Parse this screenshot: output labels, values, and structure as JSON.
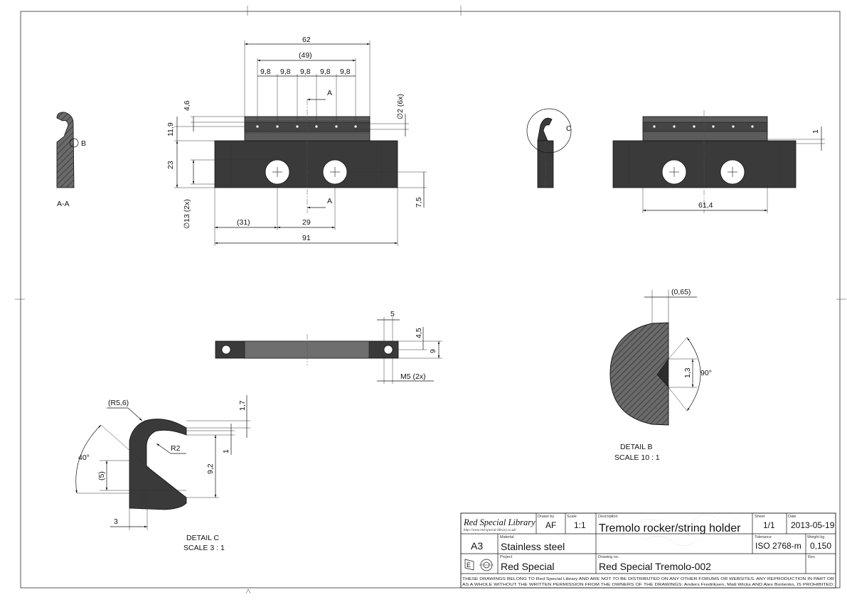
{
  "front_view": {
    "dim_overall_top": "62",
    "dim_pitch_total": "(49)",
    "dim_pitch": [
      "9,8",
      "9,8",
      "9,8",
      "9,8",
      "9,8"
    ],
    "dim_height_top": "4,6",
    "dim_height_mid": "11,9",
    "dim_height_base": "23",
    "dim_holes_small": "∅2 (6x)",
    "dim_holes_large": "∅13 (2x)",
    "dim_right_height": "7,5",
    "dim_left_offset": "(31)",
    "dim_hole_spacing": "29",
    "dim_overall_width": "91",
    "section_marker": "A"
  },
  "section_view": {
    "label": "A-A",
    "detail_marker": "B"
  },
  "side_view": {
    "detail_marker": "C",
    "dim_right": "1",
    "dim_width": "61,4"
  },
  "bottom_view": {
    "dim_5": "5",
    "dim_4_5": "4,5",
    "dim_9": "9",
    "dim_thread": "M5 (2x)"
  },
  "detail_b": {
    "title": "DETAIL B",
    "scale": "SCALE 10 : 1",
    "dim_065": "(0,65)",
    "dim_13": "1,3",
    "dim_angle": "90°"
  },
  "detail_c": {
    "title": "DETAIL C",
    "scale": "SCALE 3 : 1",
    "dim_radius_outer": "(R5,6)",
    "dim_radius_inner": "R2",
    "dim_angle": "40°",
    "dim_17": "1,7",
    "dim_1": "1",
    "dim_92": "9,2",
    "dim_5": "(5)",
    "dim_3": "3"
  },
  "title_block": {
    "library_name": "Red Special Library",
    "library_url": "http://www.red-special-library.co.uk/",
    "drawn_by_label": "Drawn by",
    "drawn_by": "AF",
    "scale_label": "Scale",
    "scale": "1:1",
    "description_label": "Description",
    "description": "Tremolo rocker/string holder",
    "sheet_label": "Sheet",
    "sheet": "1/1",
    "date_label": "Date",
    "date": "2013-05-19",
    "format": "A3",
    "material_label": "Material",
    "material": "Stainless steel",
    "tolerance_label": "Tolerance",
    "tolerance": "ISO 2768-m",
    "weight_label": "Weight kg",
    "weight": "0,150",
    "project_label": "Project",
    "project": "Red Special",
    "drawing_no_label": "Drawing no.",
    "drawing_no": "Red Special Tremolo-002",
    "rev_label": "Rev.",
    "projection_symbol": "E",
    "footer_line1": "THESE DRAWINGS BELONG TO Red Special Library AND ARE NOT TO BE DISTRIBUTED ON ANY OTHER FORUMS OR WEBSITES. ANY REPRODUCTION IN PART OR",
    "footer_line2": "AS A WHOLE WITHOUT THE WRITTEN PERMISSION FROM THE OWNERS OF THE DRAWINGS: Anders Fredriksen, Matt Wicks AND Alex Bortenko, IS PROHIBITED."
  }
}
